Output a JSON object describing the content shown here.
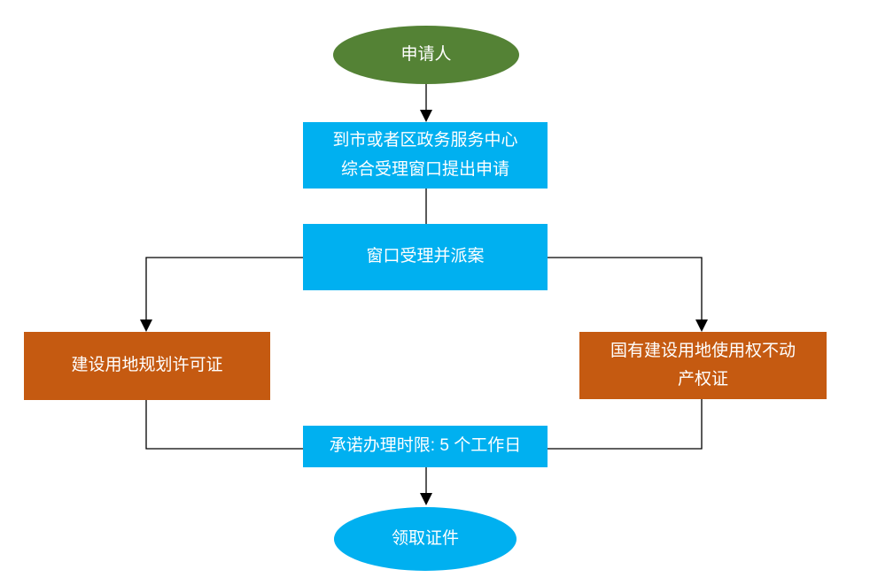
{
  "diagram": {
    "background": "#ffffff",
    "connector_color": "#000000",
    "text_color": "#ffffff",
    "colors": {
      "green": "#548235",
      "blue": "#00B0F0",
      "orange": "#C55A11"
    },
    "nodes": {
      "applicant": {
        "label": "申请人",
        "shape": "ellipse",
        "fill": "#548235"
      },
      "apply": {
        "label": "到市或者区政务服务中心\n综合受理窗口提出申请",
        "shape": "rect",
        "fill": "#00B0F0"
      },
      "accept": {
        "label": "窗口受理并派案",
        "shape": "rect",
        "fill": "#00B0F0"
      },
      "planning_permit": {
        "label": "建设用地规划许可证",
        "shape": "rect",
        "fill": "#C55A11"
      },
      "property_cert": {
        "label": "国有建设用地使用权不动\n产权证",
        "shape": "rect",
        "fill": "#C55A11"
      },
      "time_limit": {
        "label": "承诺办理时限: 5 个工作日",
        "shape": "rect",
        "fill": "#00B0F0"
      },
      "receive": {
        "label": "领取证件",
        "shape": "ellipse",
        "fill": "#00B0F0"
      }
    },
    "edges": [
      {
        "from": "applicant",
        "to": "apply",
        "arrow": true
      },
      {
        "from": "apply",
        "to": "accept",
        "arrow": false
      },
      {
        "from": "accept",
        "to": "planning_permit",
        "arrow": true
      },
      {
        "from": "accept",
        "to": "property_cert",
        "arrow": true
      },
      {
        "from": "planning_permit",
        "to": "time_limit",
        "arrow": false
      },
      {
        "from": "property_cert",
        "to": "time_limit",
        "arrow": false
      },
      {
        "from": "time_limit",
        "to": "receive",
        "arrow": true
      }
    ]
  }
}
